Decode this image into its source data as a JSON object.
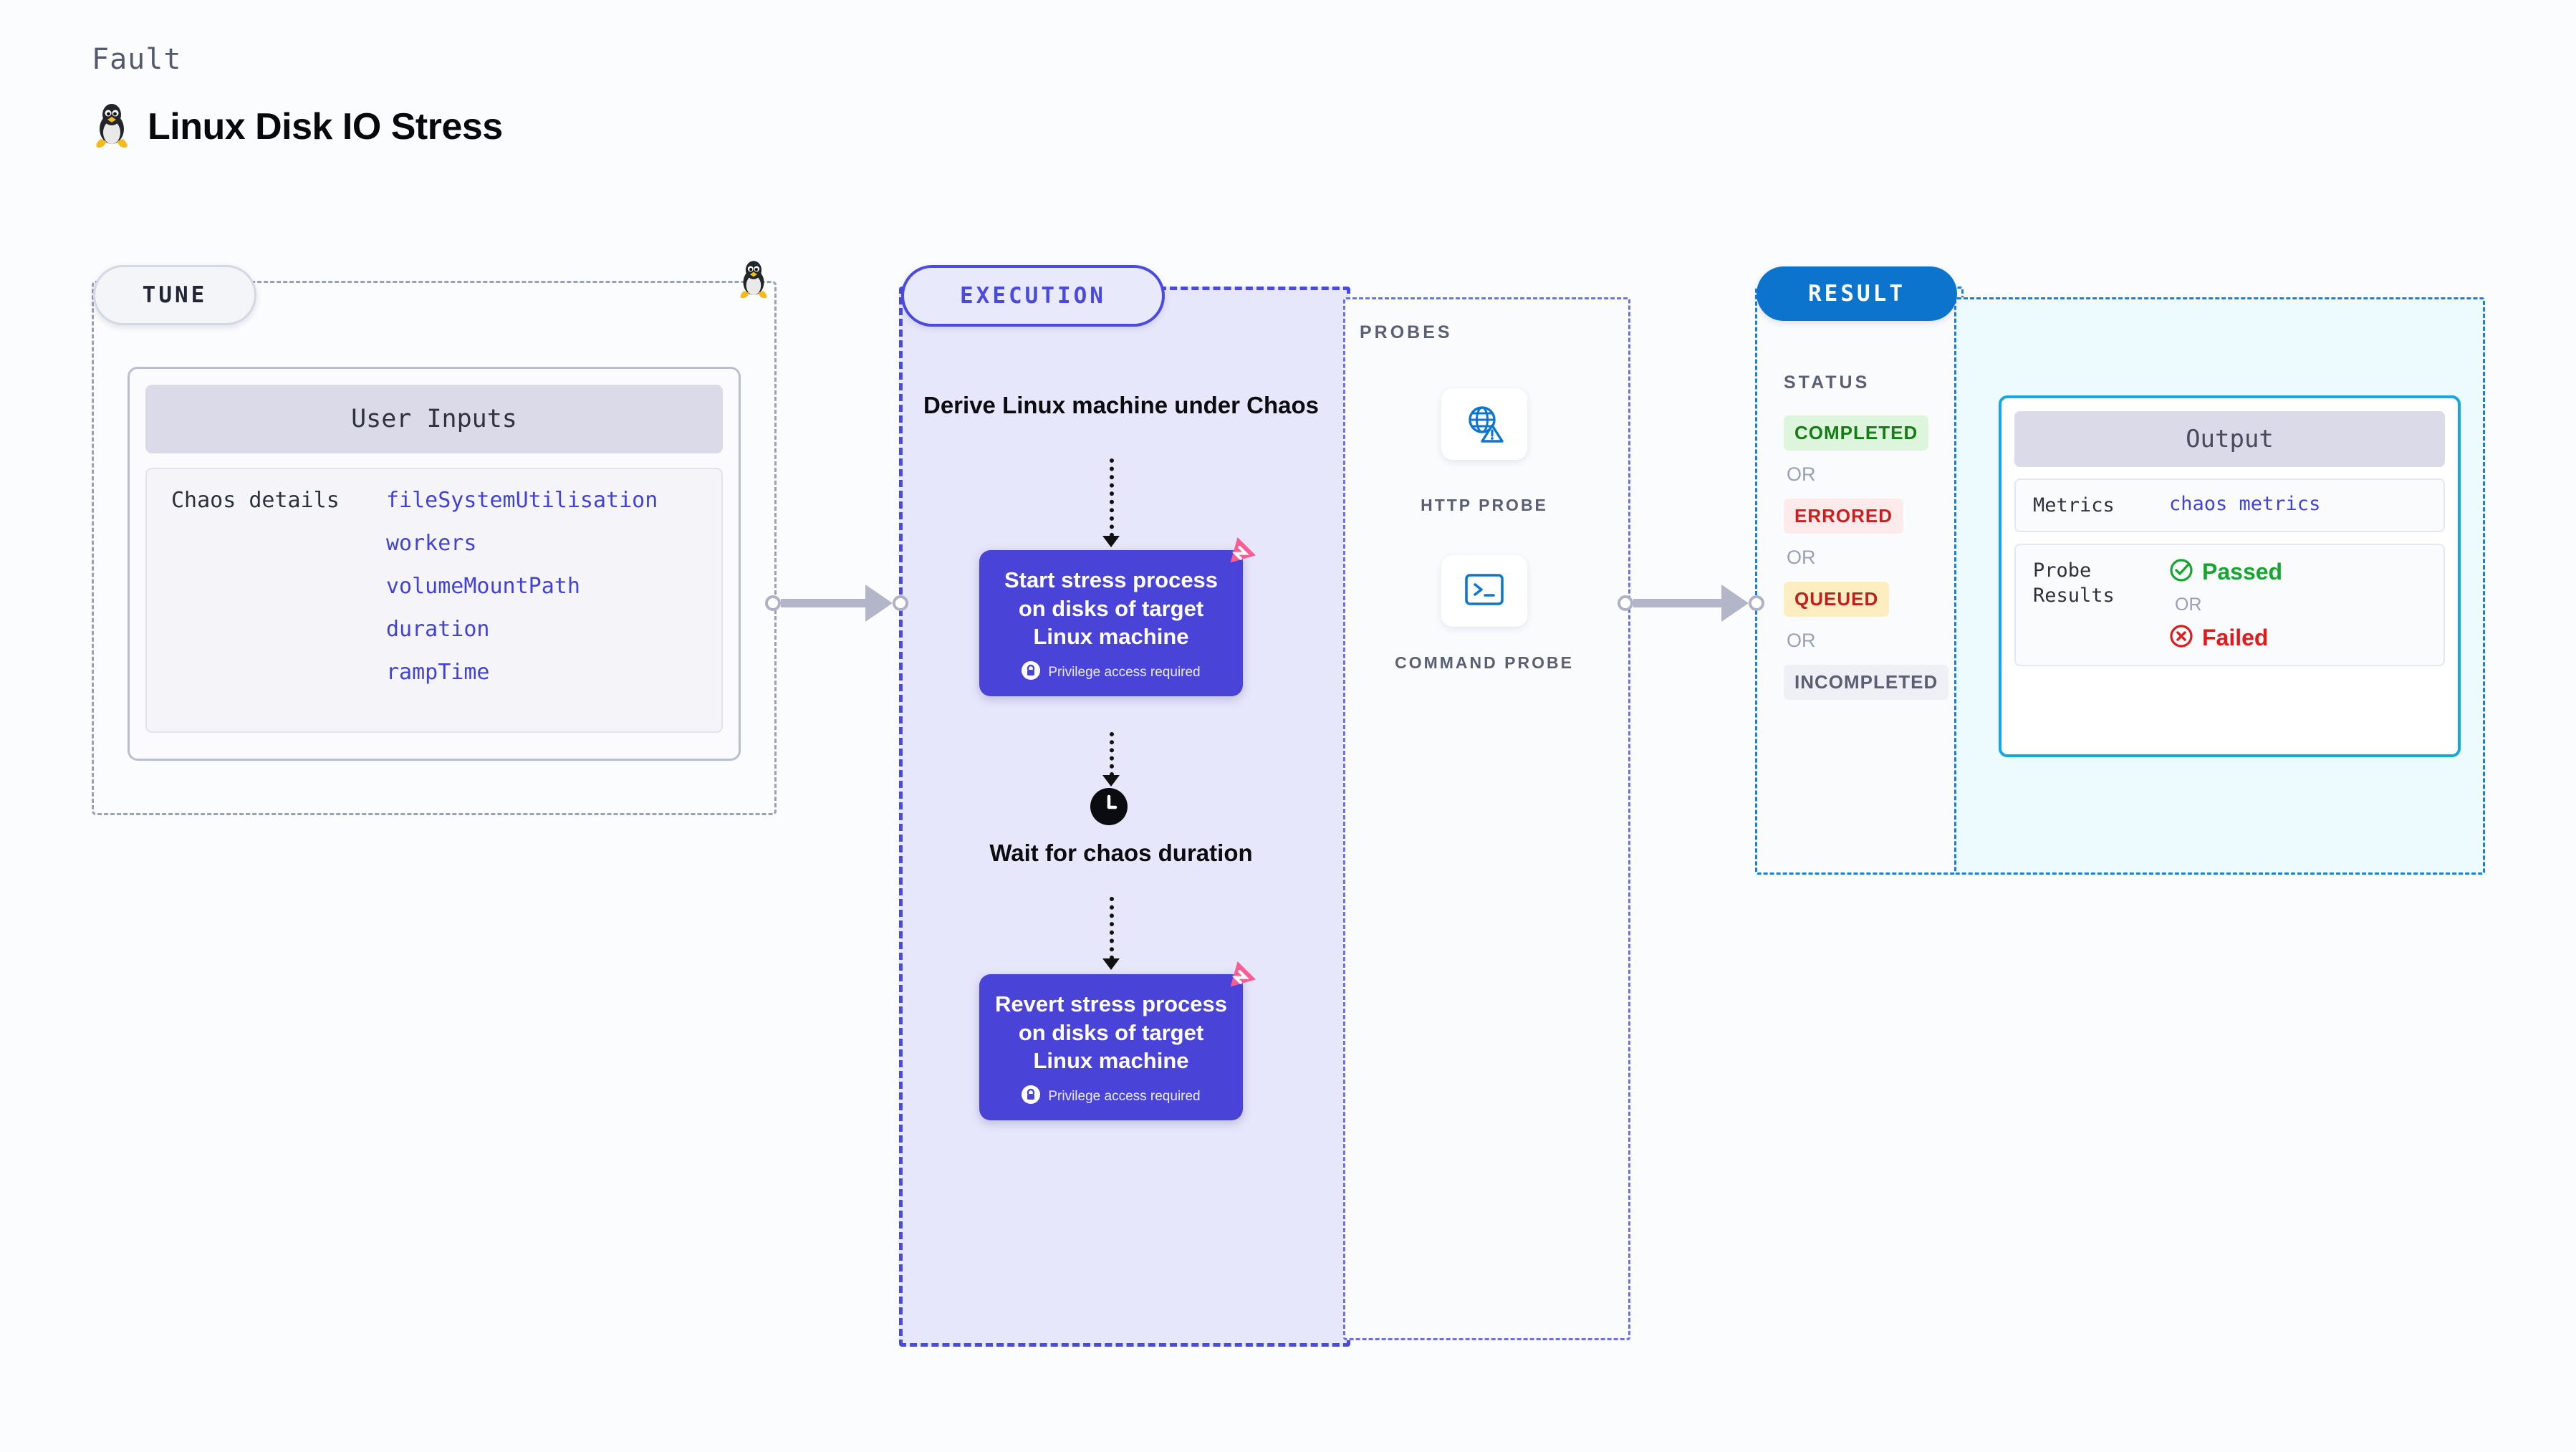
{
  "header": {
    "fault_label": "Fault",
    "title": "Linux Disk IO Stress",
    "icon": "linux-penguin-icon"
  },
  "tune": {
    "badge": "TUNE",
    "corner_icon": "linux-penguin-icon",
    "user_inputs_title": "User Inputs",
    "details_label": "Chaos details",
    "parameters": [
      "fileSystemUtilisation",
      "workers",
      "volumeMountPath",
      "duration",
      "rampTime"
    ]
  },
  "execution": {
    "badge": "EXECUTION",
    "derive_step": "Derive Linux machine under Chaos",
    "start_card": {
      "text": "Start stress process on disks of target Linux machine",
      "privilege_note": "Privilege access required",
      "lock_icon": "lock-icon",
      "corner_icon": "fault-injection-icon"
    },
    "wait_step": {
      "icon": "clock-icon",
      "text": "Wait for chaos duration"
    },
    "revert_card": {
      "text": "Revert stress process on disks of target Linux machine",
      "privilege_note": "Privilege access required",
      "lock_icon": "lock-icon",
      "corner_icon": "fault-injection-icon"
    }
  },
  "probes": {
    "label": "PROBES",
    "items": [
      {
        "caption": "HTTP PROBE",
        "icon": "globe-warning-icon"
      },
      {
        "caption": "COMMAND PROBE",
        "icon": "terminal-icon"
      }
    ]
  },
  "result": {
    "badge": "RESULT",
    "status_label": "STATUS",
    "or_text": "OR",
    "statuses": [
      {
        "label": "COMPLETED",
        "bg": "#ddf5dd",
        "fg": "#147d16"
      },
      {
        "label": "ERRORED",
        "bg": "#fdeaea",
        "fg": "#cb1f1f"
      },
      {
        "label": "QUEUED",
        "bg": "#fdeec2",
        "fg": "#c01f1f"
      },
      {
        "label": "INCOMPLETED",
        "bg": "#eff0f5",
        "fg": "#5a6072"
      }
    ],
    "output": {
      "title": "Output",
      "metrics_key": "Metrics",
      "metrics_value": "chaos metrics",
      "probe_results_key": "Probe Results",
      "passed_label": "Passed",
      "passed_icon": "check-circle-icon",
      "or_text": "OR",
      "failed_label": "Failed",
      "failed_icon": "x-circle-icon"
    }
  },
  "colors": {
    "accent_purple": "#4a43d8",
    "accent_blue": "#0d74cd",
    "accent_cyan": "#14a7e0",
    "accent_pink": "#fa5d94",
    "param_blue": "#4242d6"
  }
}
